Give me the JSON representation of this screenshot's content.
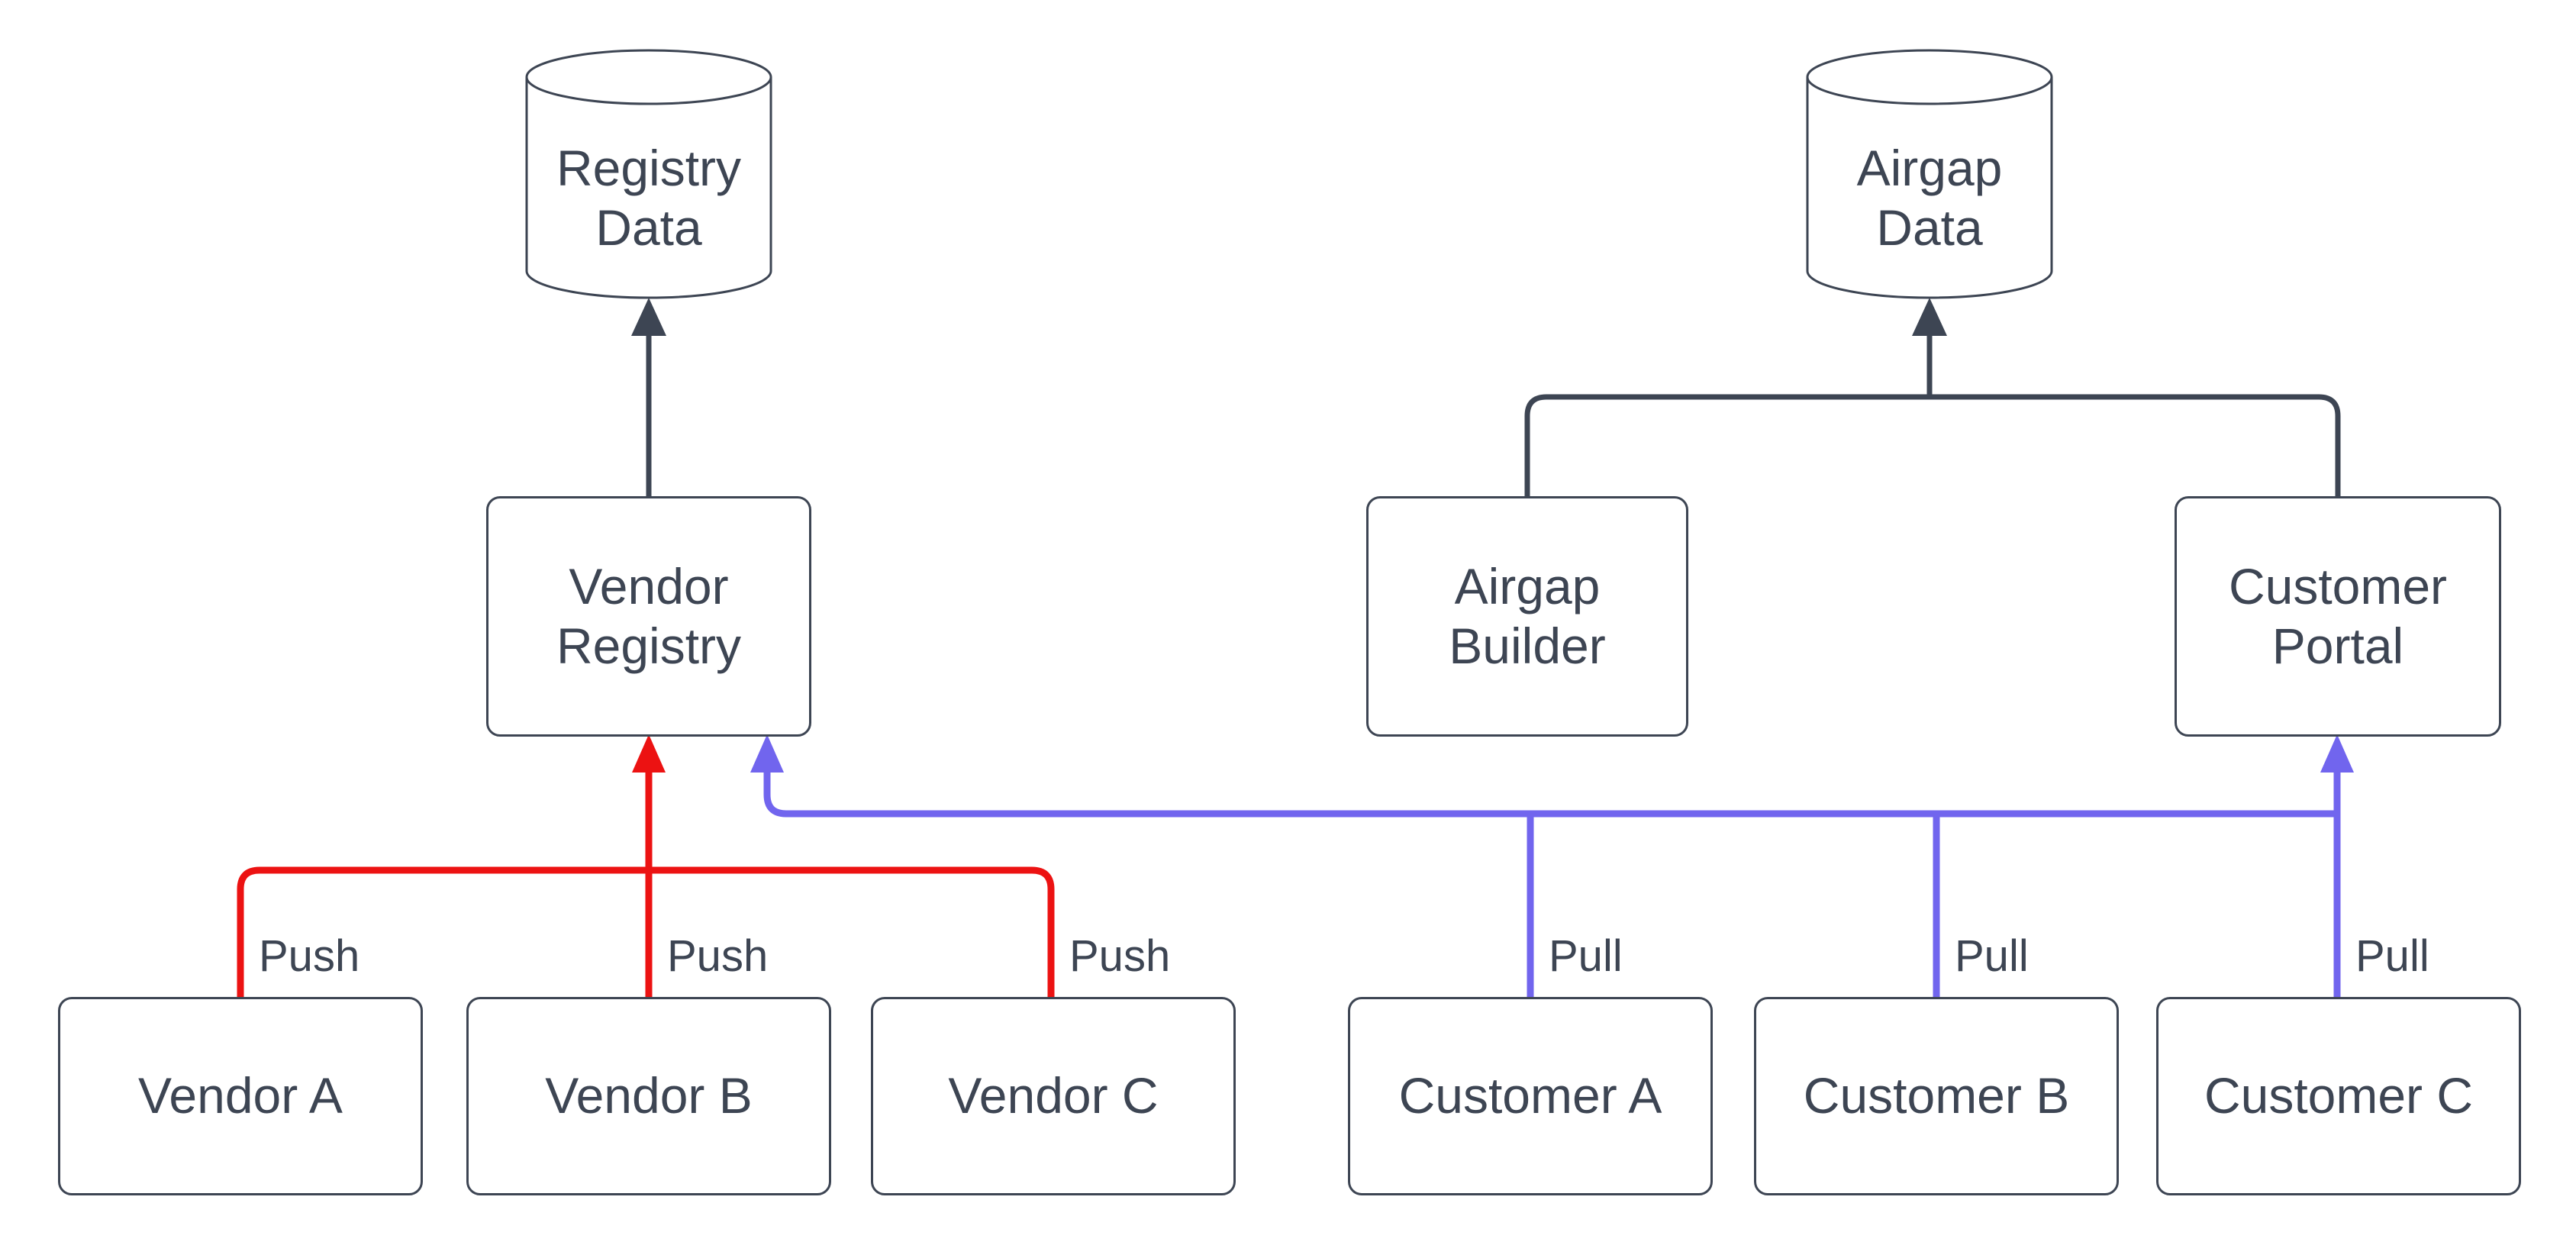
{
  "diagram": {
    "nodes": {
      "registry_data": {
        "label": "Registry\nData",
        "shape": "cylinder"
      },
      "airgap_data": {
        "label": "Airgap\nData",
        "shape": "cylinder"
      },
      "vendor_registry": {
        "label": "Vendor\nRegistry",
        "shape": "rect"
      },
      "airgap_builder": {
        "label": "Airgap\nBuilder",
        "shape": "rect"
      },
      "customer_portal": {
        "label": "Customer\nPortal",
        "shape": "rect"
      },
      "vendor_a": {
        "label": "Vendor A",
        "shape": "rect"
      },
      "vendor_b": {
        "label": "Vendor B",
        "shape": "rect"
      },
      "vendor_c": {
        "label": "Vendor C",
        "shape": "rect"
      },
      "customer_a": {
        "label": "Customer A",
        "shape": "rect"
      },
      "customer_b": {
        "label": "Customer B",
        "shape": "rect"
      },
      "customer_c": {
        "label": "Customer C",
        "shape": "rect"
      }
    },
    "edge_labels": {
      "push": "Push",
      "pull": "Pull"
    },
    "colors": {
      "push": "#ec1212",
      "pull": "#7165ee",
      "flow": "#3d4553",
      "node_border": "#3d4553",
      "text": "#3d4553",
      "background": "#ffffff"
    }
  }
}
